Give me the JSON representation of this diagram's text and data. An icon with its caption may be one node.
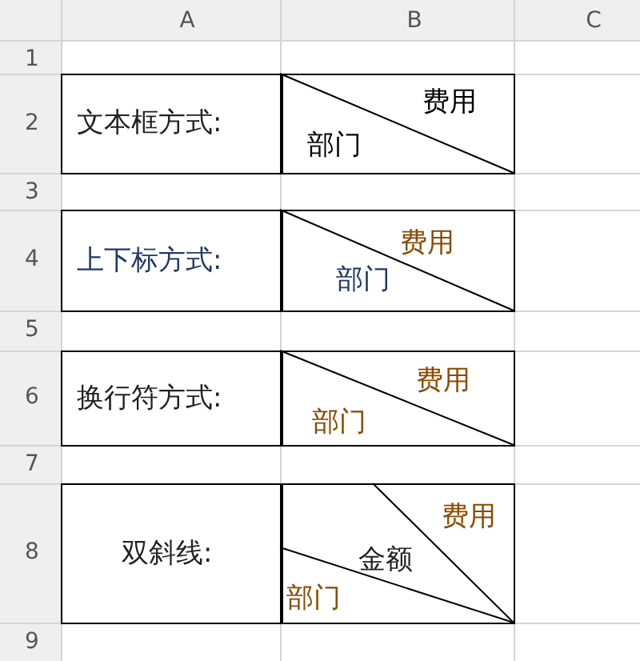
{
  "diagram": {
    "labels": [
      "A",
      "B",
      "C",
      "1",
      "2",
      "文本框方式:",
      "费用",
      "部门",
      "3",
      "4",
      "上下标方式:",
      "费用",
      "部门",
      "5",
      "6",
      "换行符方式:",
      "费用",
      "部门",
      "7",
      "8",
      "双斜线:",
      "费用",
      "金额",
      "部门",
      "9"
    ]
  }
}
